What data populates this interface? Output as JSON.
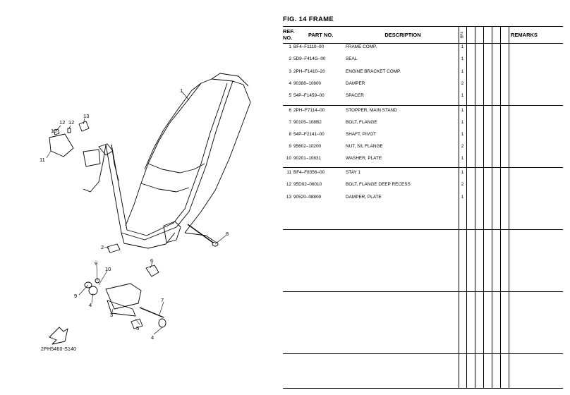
{
  "figure": {
    "title": "FIG. 14  FRAME",
    "diagram_code": "2PH5460-S140",
    "callouts": [
      "1",
      "2",
      "3",
      "4",
      "4",
      "5",
      "6",
      "7",
      "8",
      "9",
      "9",
      "10",
      "10",
      "11",
      "12",
      "12",
      "13"
    ]
  },
  "table": {
    "headers": {
      "ref_no": "REF. NO.",
      "part_no": "PART NO.",
      "description": "DESCRIPTION",
      "qty": "BF4",
      "remarks": "REMARKS"
    },
    "rows": [
      {
        "ref": "1",
        "part": "BF4–F1110–00",
        "desc": "FRAME COMP.",
        "qty": "1"
      },
      {
        "ref": "2",
        "part": "5D9–F414G–00",
        "desc": "SEAL",
        "qty": "1"
      },
      {
        "ref": "3",
        "part": "2PH–F1410–20",
        "desc": "ENGINE BRACKET COMP.",
        "qty": "1"
      },
      {
        "ref": "4",
        "part": "90388–10800",
        "desc": "DAMPER",
        "qty": "2"
      },
      {
        "ref": "5",
        "part": "54P–F1459–00",
        "desc": "SPACER",
        "qty": "1"
      },
      {
        "ref": "6",
        "part": "2PH–F7114–00",
        "desc": "STOPPER, MAIN STAND",
        "qty": "1"
      },
      {
        "ref": "7",
        "part": "90105–108B2",
        "desc": "BOLT, FLANGE",
        "qty": "1"
      },
      {
        "ref": "8",
        "part": "54P–F2141–00",
        "desc": "SHAFT, PIVOT",
        "qty": "1"
      },
      {
        "ref": "9",
        "part": "95602–10200",
        "desc": "NUT, S/L FLANGE",
        "qty": "2"
      },
      {
        "ref": "10",
        "part": "90201–10831",
        "desc": "WASHER, PLATE",
        "qty": "1"
      },
      {
        "ref": "11",
        "part": "BF4–F8356–00",
        "desc": "STAY 1",
        "qty": "1"
      },
      {
        "ref": "12",
        "part": "95D02–06010",
        "desc": "BOLT, FLANGE DEEP RECESS",
        "qty": "2"
      },
      {
        "ref": "13",
        "part": "90520–08809",
        "desc": "DAMPER, PLATE",
        "qty": "1"
      }
    ]
  }
}
